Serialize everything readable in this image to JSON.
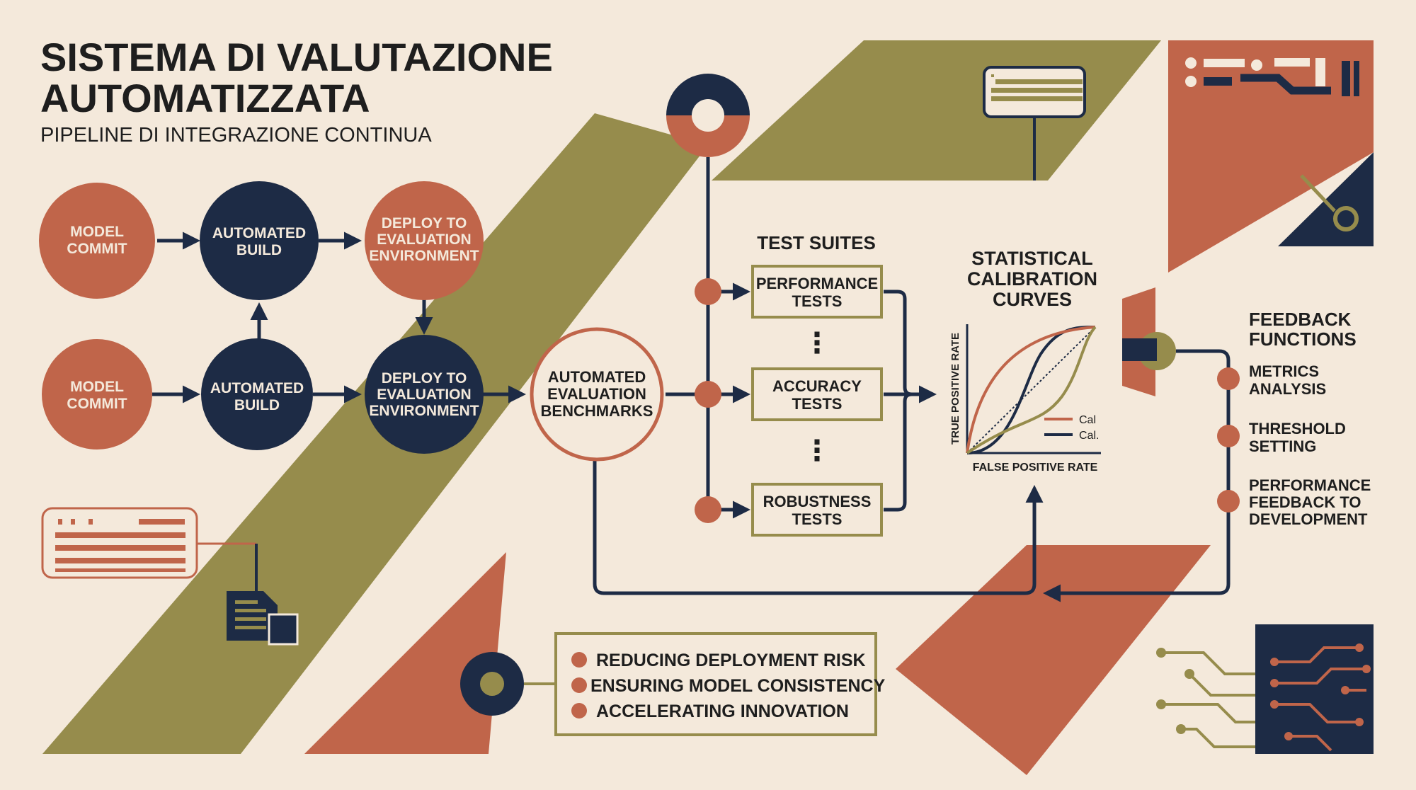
{
  "title": {
    "line1": "SISTEMA DI VALUTAZIONE",
    "line2": "AUTOMATIZZATA",
    "subtitle": "PIPELINE DI INTEGRAZIONE CONTINUA"
  },
  "pipeline": {
    "row1": {
      "commit": [
        "MODEL",
        "COMMIT"
      ],
      "build": [
        "AUTOMATED",
        "BUILD"
      ],
      "deploy": [
        "DEPLOY TO",
        "EVALUATION",
        "ENVIRONMENT"
      ]
    },
    "row2": {
      "commit": [
        "MODEL",
        "COMMIT"
      ],
      "build": [
        "AUTOMATED",
        "BUILD"
      ],
      "deploy": [
        "DEPLOY TO",
        "EVALUATION",
        "ENVIRONMENT"
      ]
    },
    "benchmarks": [
      "AUTOMATED",
      "EVALUATION",
      "BENCHMARKS"
    ]
  },
  "test_suites": {
    "heading": "TEST SUITES",
    "performance": [
      "PERFORMANCE",
      "TESTS"
    ],
    "accuracy": [
      "ACCURACY",
      "TESTS"
    ],
    "robustness": [
      "ROBUSTNESS",
      "TESTS"
    ],
    "ellipsis": "⋮"
  },
  "calibration": {
    "heading": [
      "STATISTICAL",
      "CALIBRATION",
      "CURVES"
    ],
    "ylabel": "TRUE POSITIVE RATE",
    "xlabel": "FALSE POSITIVE RATE",
    "legend": [
      "Cal",
      "Cal."
    ]
  },
  "feedback": {
    "heading": [
      "FEEDBACK",
      "FUNCTIONS"
    ],
    "items": [
      [
        "METRICS",
        "ANALYSIS"
      ],
      [
        "THRESHOLD",
        "SETTING"
      ],
      [
        "PERFORMANCE",
        "FEEDBACK TO",
        "DEVELOPMENT"
      ]
    ]
  },
  "benefits": [
    "REDUCING DEPLOYMENT RISK",
    "ENSURING MODEL CONSISTENCY",
    "ACCELERATING INNOVATION"
  ],
  "colors": {
    "background": "#f4e9db",
    "terracotta": "#c0654a",
    "navy": "#1d2b45",
    "olive": "#968c4c",
    "text": "#1e1e1e"
  }
}
